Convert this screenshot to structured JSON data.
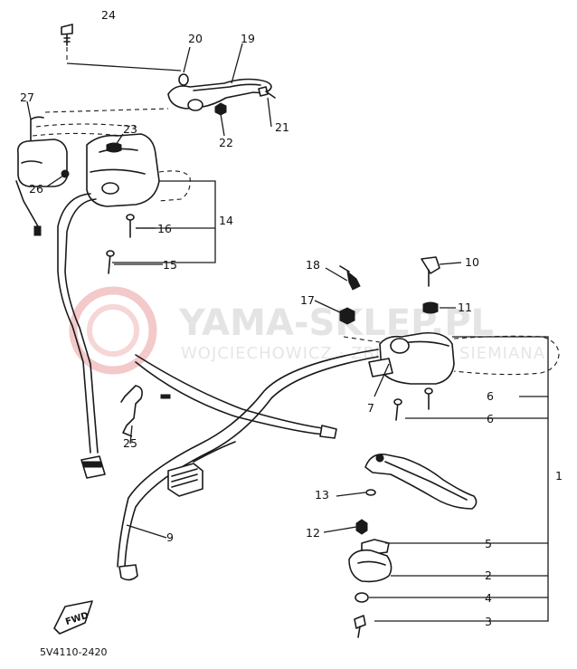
{
  "watermark": {
    "title": "YAMA-SKLEP.PL",
    "subtitle": "WOJCIECHOWICZ · ZBIGNIEW · SIEMIANA"
  },
  "diagram_code": "5V4110-2420",
  "fwd_label": "FWD",
  "callouts": {
    "n1": "1",
    "n2": "2",
    "n3": "3",
    "n4": "4",
    "n5": "5",
    "n6a": "6",
    "n6b": "6",
    "n7": "7",
    "n9": "9",
    "n10": "10",
    "n11": "11",
    "n12": "12",
    "n13": "13",
    "n14": "14",
    "n15": "15",
    "n16": "16",
    "n17": "17",
    "n18": "18",
    "n19": "19",
    "n20": "20",
    "n21": "21",
    "n22": "22",
    "n23": "23",
    "n24": "24",
    "n25": "25",
    "n26": "26",
    "n27": "27"
  }
}
